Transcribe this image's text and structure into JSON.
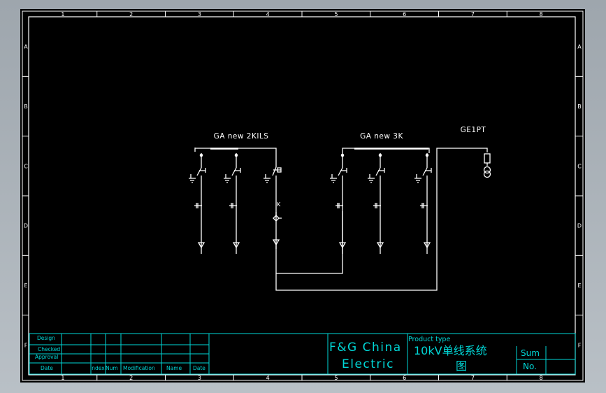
{
  "drawing": {
    "colors": {
      "background": "#000000",
      "frame": "#ffffff",
      "titleblock": "#00d7d7",
      "feeder": "#ffffff"
    },
    "grid": {
      "columns": [
        "1",
        "2",
        "3",
        "4",
        "5",
        "6",
        "7",
        "8"
      ],
      "rows": [
        "A",
        "B",
        "C",
        "D",
        "E",
        "F"
      ]
    },
    "diagram": {
      "section_left_label": "GA new 2KILS",
      "section_right_label": "GA new 3K",
      "pt_label": "GE1PT"
    },
    "titleblock": {
      "labels": {
        "design": "Design",
        "checked": "Checked",
        "approval": "Approval",
        "date": "Date"
      },
      "columns": {
        "index": "Index",
        "num": "Num",
        "modification": "Modification",
        "name": "Name",
        "date": "Date"
      },
      "company_line1": "F&G China",
      "company_line2": "Electric",
      "product_type_label": "Product type",
      "product_name_line1": "10kV单线系统",
      "product_name_line2": "图",
      "sum_label": "Sum",
      "no_label": "No."
    }
  }
}
